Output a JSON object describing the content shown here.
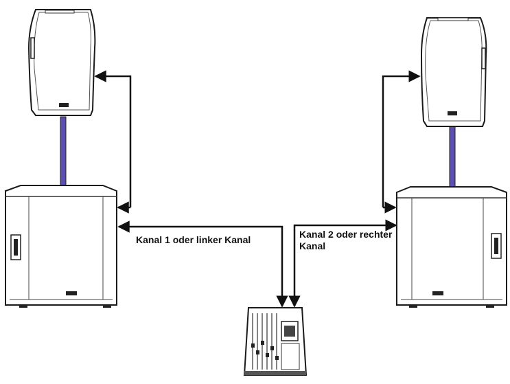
{
  "labels": {
    "channel_left": "Kanal 1 oder linker Kanal",
    "channel_right_line1": "Kanal 2 oder rechter",
    "channel_right_line2": "Kanal"
  },
  "colors": {
    "pole": "#5b4fb0",
    "line": "#111111",
    "outline": "#1a1a1a",
    "fill": "#ffffff"
  },
  "icons": {
    "top_speaker": "speaker-top-icon",
    "subwoofer": "subwoofer-icon",
    "mixer": "mixing-console-icon"
  }
}
